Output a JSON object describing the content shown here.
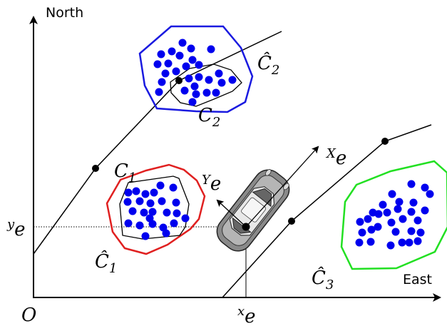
{
  "axes": {
    "north_label": "North",
    "east_label": "East",
    "origin_label": "O"
  },
  "vehicle": {
    "xe_main": "x",
    "xe_sub": "e",
    "ye_main": "y",
    "ye_sub": "e",
    "Xe_main": "X",
    "Xe_sub": "e",
    "Ye_main": "Y",
    "Ye_sub": "e"
  },
  "clusters": {
    "c1_main": "C",
    "c1_sub": "1",
    "c1_hat_main": "Ĉ",
    "c1_hat_sub": "1",
    "c2_main": "C",
    "c2_sub": "2",
    "c2_hat_main": "Ĉ",
    "c2_hat_sub": "2",
    "c3_hat_main": "Ĉ",
    "c3_hat_sub": "3"
  },
  "colors": {
    "points": "#0000ee",
    "hull_c1": "#e02020",
    "hull_c2": "#1a1ae0",
    "hull_c3": "#22e022",
    "car_body": "#8a8a8a"
  }
}
